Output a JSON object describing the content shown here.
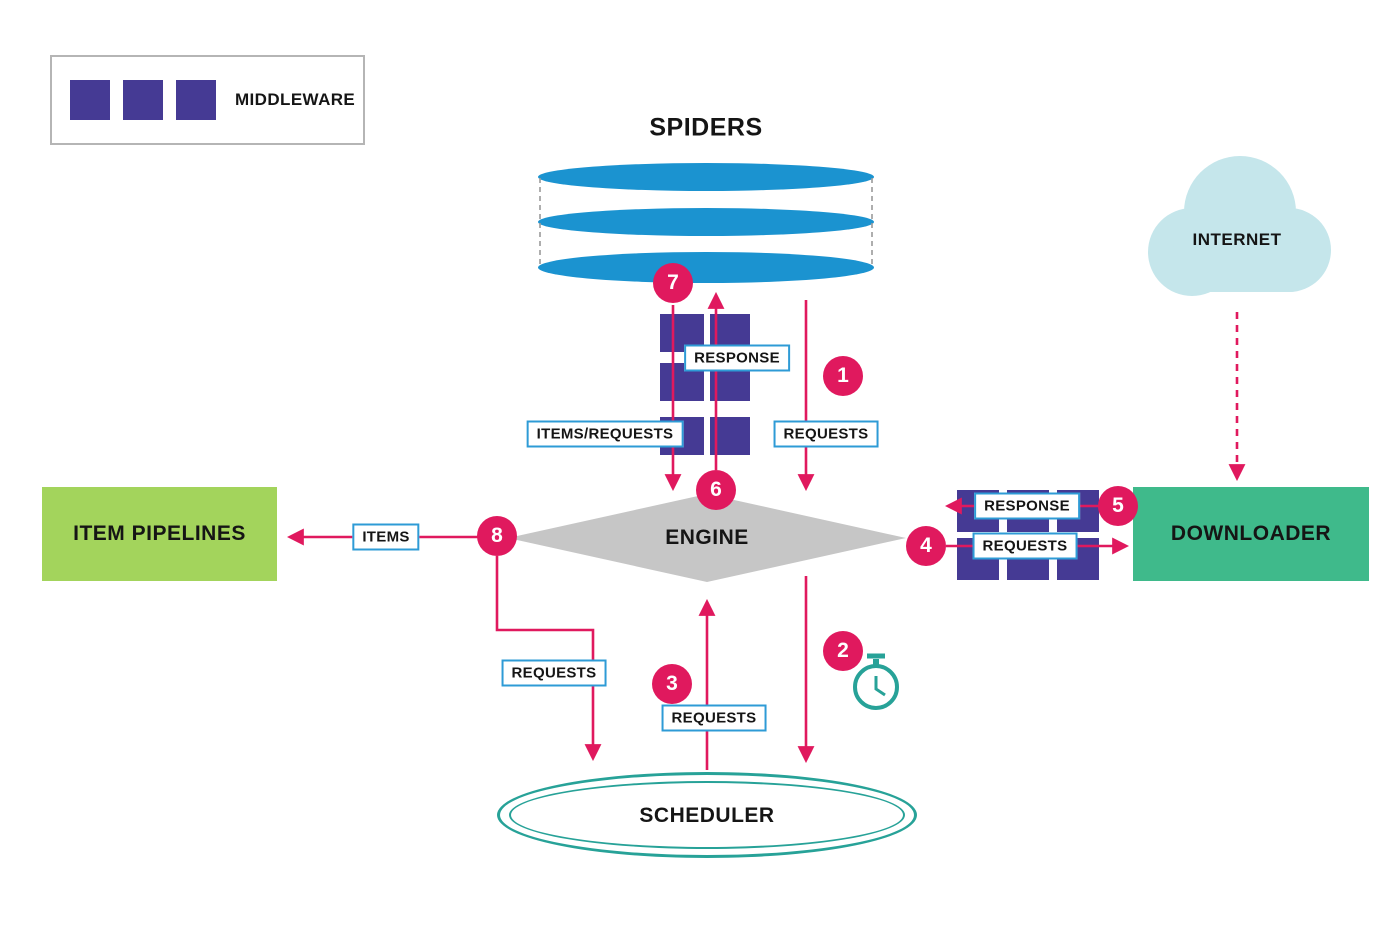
{
  "colors": {
    "accent_pink": "#e0195e",
    "middleware_purple": "#453a94",
    "spiders_blue": "#1b93d0",
    "label_border_blue": "#2e9bd6",
    "engine_gray": "#c6c6c6",
    "item_pipelines_green": "#a3d45c",
    "downloader_green": "#3fba8b",
    "scheduler_teal": "#27a298",
    "internet_cloud_blue": "#c5e6eb"
  },
  "legend": {
    "label": "MIDDLEWARE"
  },
  "nodes": {
    "spiders": "SPIDERS",
    "engine": "ENGINE",
    "item_pipelines": "ITEM PIPELINES",
    "downloader": "DOWNLOADER",
    "scheduler": "SCHEDULER",
    "internet": "INTERNET"
  },
  "flow_labels": {
    "response_to_spiders": "RESPONSE",
    "items_requests_from_spiders": "ITEMS/REQUESTS",
    "requests_from_spiders": "REQUESTS",
    "response_from_downloader": "RESPONSE",
    "requests_to_downloader": "REQUESTS",
    "items_to_pipelines": "ITEMS",
    "requests_to_scheduler": "REQUESTS",
    "requests_from_scheduler": "REQUESTS"
  },
  "step_badges": {
    "step1": "1",
    "step2": "2",
    "step3": "3",
    "step4": "4",
    "step5": "5",
    "step6": "6",
    "step7": "7",
    "step8": "8"
  }
}
